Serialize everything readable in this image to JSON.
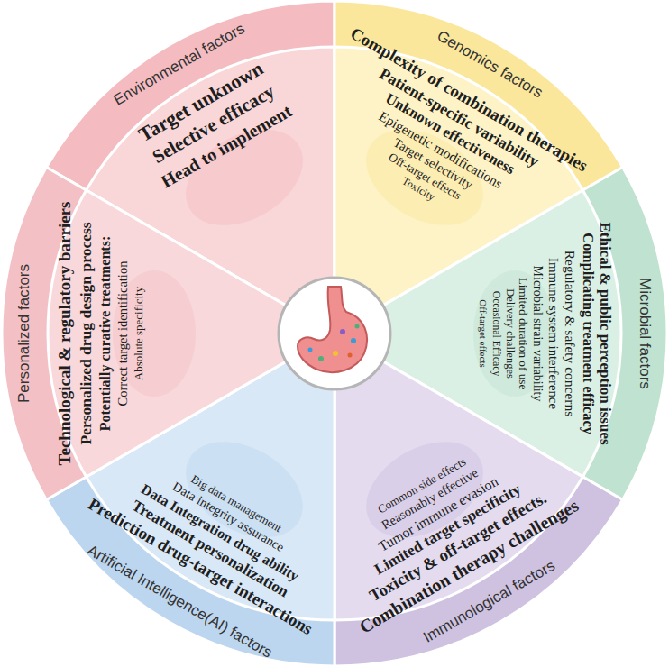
{
  "diagram": {
    "nodes": [
      {
        "text": [
          "Environmental factors",
          "Target unknown",
          "Selective efficacy",
          "Head to implement"
        ]
      },
      {
        "text": [
          "Genomics factors",
          "Complexity of combination therapies",
          "Patient-specific variability",
          "Unknown effectiveness",
          "Epigenetic modifications",
          "Target selectivity",
          "Off-target effects",
          "Toxicity"
        ]
      },
      {
        "text": [
          "Microbial factors",
          "Ethical & public perception issues",
          "Complicating treatment efficacy",
          "Regulatory & safety concerns",
          "Immune system interference",
          "Microbial strain variability",
          "Limited duration of use",
          "Delivery challenges",
          "Occasional Efficacy",
          "Off-target effects"
        ]
      },
      {
        "text": [
          "Immunological factors",
          "Common side effects",
          "Reasonably effective",
          "Tumor immune evasion",
          "Limited target specificity",
          "Toxicity & off-target effects.",
          "Combination therapy challenges"
        ]
      },
      {
        "text": [
          "Artificial Intelligence(AI) factors",
          "Big data management",
          "Data integrity assurance",
          "Data Integration drug ability",
          "Treatment personalization",
          "Prediction drug-target interactions"
        ]
      },
      {
        "text": [
          "Personalized factors",
          "Technological & regulatory barriers",
          "Personalized drug design process",
          "Potentially curative treatments:",
          "Correct target identification",
          "Absolute specificity"
        ]
      }
    ]
  }
}
